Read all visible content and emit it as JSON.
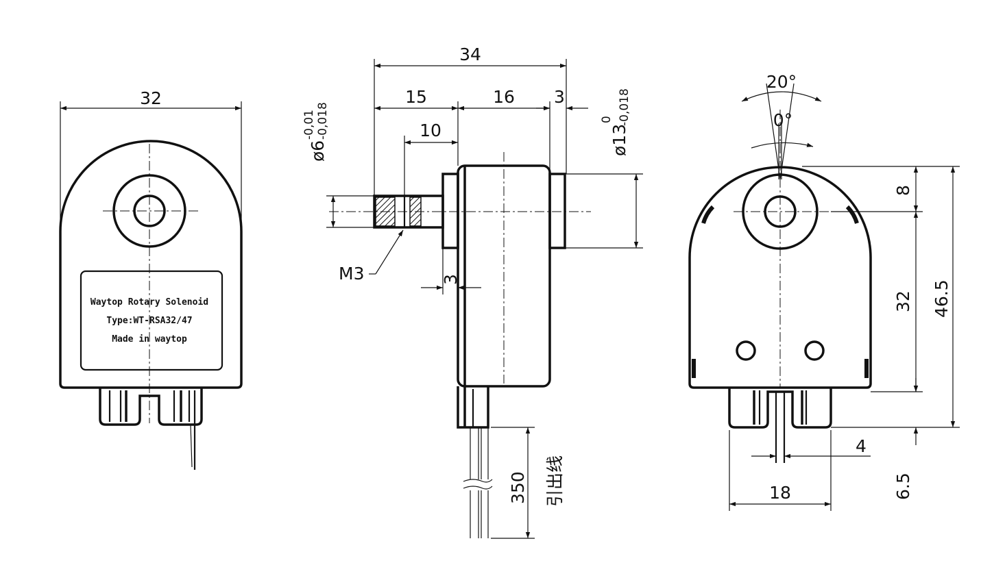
{
  "front_view": {
    "width_dim": "32",
    "label_lines": [
      "Waytop Rotary Solenoid",
      "Type:WT-RSA32/47",
      "Made in waytop"
    ]
  },
  "side_view": {
    "overall_dim": "34",
    "seg1_dim": "15",
    "seg2_dim": "16",
    "seg3_dim": "3",
    "shaft_dim": "10",
    "flange_dim": "3",
    "shaft_dia": "ø6",
    "shaft_tol_upper": "-0,01",
    "shaft_tol_lower": "-0,018",
    "hub_dia": "ø13",
    "hub_tol_upper": "0",
    "hub_tol_lower": "-0,018",
    "thread_label": "M3",
    "wire_dim": "350",
    "wire_label": "引出线"
  },
  "rear_view": {
    "angle_stroke": "20°",
    "angle_zero": "0°",
    "dim_top": "8",
    "dim_mid": "32",
    "dim_total": "46.5",
    "dim_width": "18",
    "dim_tab": "4",
    "dim_tab_height": "6.5"
  }
}
